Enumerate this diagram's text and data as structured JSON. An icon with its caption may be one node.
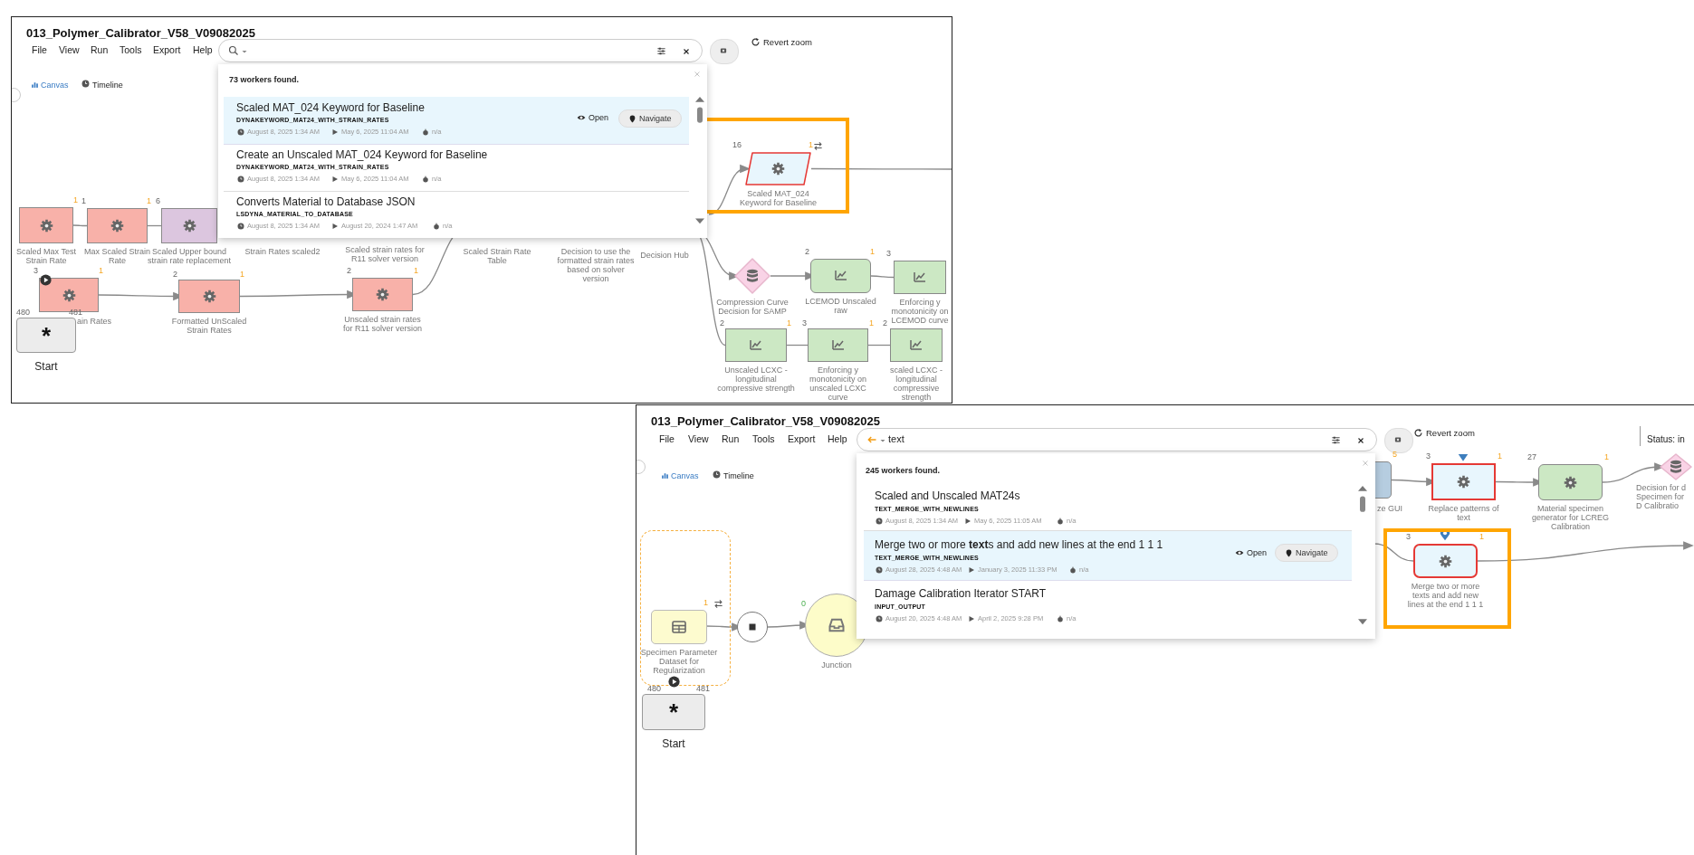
{
  "diagram": {
    "nodes": [
      {
        "text": [
          "013_Polymer_Calibrator_V58_V09082025"
        ]
      },
      {
        "text": [
          "Scaled Max Test Strain Rate"
        ],
        "in": 0,
        "beside": [
          "1"
        ]
      },
      {
        "text": [
          "Max Scaled Strain Rate"
        ],
        "in": 0,
        "beside": [
          "1",
          "1"
        ]
      },
      {
        "text": [
          "Scaled Upper bound strain rate replacement"
        ],
        "in": 0,
        "beside": [
          "6"
        ]
      },
      {
        "text": [
          "Strain Rates scaled2"
        ],
        "in": 0
      },
      {
        "text": [
          "Scaled strain rates for R11 solver version"
        ],
        "in": 0
      },
      {
        "text": [
          "Scaled Strain Rate Table"
        ],
        "in": 0
      },
      {
        "text": [
          "Decision to use the formatted strain rates based on solver version"
        ],
        "in": 0
      },
      {
        "text": [
          "Decision Hub"
        ],
        "in": 0
      },
      {
        "text": [
          "ain Rates"
        ],
        "in": 0,
        "beside": [
          "3",
          "1"
        ]
      },
      {
        "text": [
          "*",
          "Start"
        ],
        "in": 0,
        "beside": [
          "480",
          "481"
        ]
      },
      {
        "text": [
          "Formatted UnScaled Strain Rates"
        ],
        "in": 0,
        "beside": [
          "2",
          "1"
        ]
      },
      {
        "text": [
          "Unscaled strain rates for R11 solver version"
        ],
        "in": 0,
        "beside": [
          "2",
          "1"
        ]
      },
      {
        "text": [
          "Scaled MAT_024 Keyword for Baseline"
        ],
        "in": 0,
        "beside": [
          "16",
          "1"
        ]
      },
      {
        "text": [
          "Compression Curve Decision for SAMP"
        ],
        "in": 0
      },
      {
        "text": [
          "LCEMOD Unscaled raw"
        ],
        "in": 0,
        "beside": [
          "2",
          "1"
        ]
      },
      {
        "text": [
          "Enforcing y monotonicity on LCEMOD curve"
        ],
        "in": 0,
        "beside": [
          "3"
        ]
      },
      {
        "text": [
          "Unscaled LCXC - longitudinal compressive strength"
        ],
        "in": 0,
        "beside": [
          "2",
          "1"
        ]
      },
      {
        "text": [
          "Enforcing y monotonicity on unscaled LCXC curve"
        ],
        "in": 0,
        "beside": [
          "3",
          "1"
        ]
      },
      {
        "text": [
          "scaled LCXC - longitudinal compressive strength"
        ],
        "in": 0,
        "beside": [
          "2"
        ]
      },
      {
        "text": [
          "013_Polymer_Calibrator_V58_V09082025"
        ]
      },
      {
        "text": [],
        "shape": "box",
        "in": 20
      },
      {
        "text": [
          "Specimen Parameter Dataset for Regularization"
        ],
        "in": 21,
        "beside": [
          "1"
        ]
      },
      {
        "text": [],
        "shape": "circle",
        "in": 20
      },
      {
        "text": [
          "Junction"
        ],
        "in": 20,
        "beside": [
          "0"
        ]
      },
      {
        "text": [
          "*",
          "Start"
        ],
        "in": 20,
        "beside": [
          "480",
          "481"
        ]
      },
      {
        "text": [
          "ze GUI"
        ],
        "in": 20,
        "beside": [
          "5"
        ]
      },
      {
        "text": [
          "Replace patterns of text"
        ],
        "in": 20,
        "beside": [
          "3",
          "1"
        ]
      },
      {
        "text": [
          "Material specimen generator for LCREG Calibration"
        ],
        "in": 20,
        "beside": [
          "27",
          "1"
        ]
      },
      {
        "text": [
          "Decision for d Specimen for D Calibratio"
        ],
        "in": 20
      },
      {
        "text": [
          "Merge two or more texts and add new lines at the end 1 1 1"
        ],
        "in": 20,
        "beside": [
          "3",
          "1"
        ]
      }
    ],
    "edges": [
      {
        "from": 1,
        "to": 2,
        "arrow": "none"
      },
      {
        "from": 2,
        "to": 3,
        "arrow": "none"
      },
      {
        "from": 9,
        "to": 11,
        "arrow": "to"
      },
      {
        "from": 11,
        "to": 12,
        "arrow": "to"
      },
      {
        "from": 12,
        "to": 6,
        "arrow": "to"
      },
      {
        "from": null,
        "to": 13,
        "arrow": "to"
      },
      {
        "from": 13,
        "to": null,
        "arrow": "none"
      },
      {
        "from": 8,
        "to": 14,
        "arrow": "to"
      },
      {
        "from": 14,
        "to": 15,
        "arrow": "to"
      },
      {
        "from": 15,
        "to": 16,
        "arrow": "none"
      },
      {
        "from": 8,
        "to": 17,
        "arrow": "none"
      },
      {
        "from": 17,
        "to": 18,
        "arrow": "none"
      },
      {
        "from": 18,
        "to": 19,
        "arrow": "none"
      },
      {
        "from": 22,
        "to": 23,
        "arrow": "to"
      },
      {
        "from": 23,
        "to": 24,
        "arrow": "to"
      },
      {
        "from": 26,
        "to": 27,
        "arrow": "to"
      },
      {
        "from": 27,
        "to": 28,
        "arrow": "to"
      },
      {
        "from": 28,
        "to": 29,
        "arrow": "to"
      },
      {
        "from": null,
        "to": 30,
        "arrow": "none"
      },
      {
        "from": 30,
        "to": null,
        "arrow": "to"
      }
    ],
    "labels": [
      "File",
      "View",
      "Run",
      "Tools",
      "Export",
      "Help",
      "Revert zoom",
      "Canvas",
      "Timeline",
      "73 workers found.",
      "Scaled MAT_024 Keyword for Baseline",
      "DYNAKEYWORD_MAT24_WITH_STRAIN_RATES",
      "August 8, 2025 1:34 AM",
      "May 6, 2025 11:04 AM",
      "n/a",
      "Open",
      "Navigate",
      "Create an Unscaled MAT_024 Keyword for Baseline",
      "DYNAKEYWORD_MAT24_WITH_STRAIN_RATES",
      "August 8, 2025 1:34 AM",
      "May 6, 2025 11:04 AM",
      "n/a",
      "Converts Material to Database JSON",
      "LSDYNA_MATERIAL_TO_DATABASE",
      "August 8, 2025 1:34 AM",
      "August 20, 2024 1:47 AM",
      "n/a",
      "File",
      "View",
      "Run",
      "Tools",
      "Export",
      "Help",
      "text",
      "Revert zoom",
      "Status: in",
      "Canvas",
      "Timeline",
      "245 workers found.",
      "Scaled and Unscaled MAT24s",
      "TEXT_MERGE_WITH_NEWLINES",
      "August 8, 2025 1:34 AM",
      "May 6, 2025 11:05 AM",
      "n/a",
      "Merge two or more **text**s and add new lines at the end 1 1 1",
      "TEXT_MERGE_WITH_NEWLINES",
      "August 28, 2025 4:48 AM",
      "January 3, 2025 11:33 PM",
      "n/a",
      "Open",
      "Navigate",
      "Damage Calibration Iterator START",
      "INPUT_OUTPUT",
      "August 20, 2025 4:48 AM",
      "April 2, 2025 9:28 PM",
      "n/a"
    ]
  }
}
